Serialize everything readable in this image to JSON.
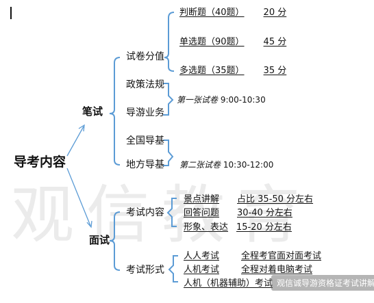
{
  "root": "导考内容",
  "written": {
    "label": "笔试",
    "items": {
      "paper_score": "试卷分值",
      "policy": "政策法规",
      "guide_business": "导游业务",
      "national": "全国导基",
      "local": "地方导基"
    },
    "scores": [
      {
        "name": "判断题（40题）",
        "value": "20 分"
      },
      {
        "name": "单选题（90题）",
        "value": "45 分"
      },
      {
        "name": "多选题（35题）",
        "value": "35 分"
      }
    ],
    "paper1": {
      "label": "第一张试卷",
      "time": "9:00-10:30"
    },
    "paper2": {
      "label": "第二张试卷",
      "time": "10:30-12:00"
    }
  },
  "interview": {
    "label": "面试",
    "content_label": "考试内容",
    "content": [
      {
        "name": "景点讲解",
        "value": "占比 35-50 分左右"
      },
      {
        "name": "回答问题",
        "value": "30-40 分左右"
      },
      {
        "name": "形象、表达",
        "value": "15-20 分左右"
      }
    ],
    "form_label": "考试形式",
    "forms": [
      {
        "name": "人人考试",
        "value": "全程考官面对面考试"
      },
      {
        "name": "人机考试",
        "value": "全程对着电脑考试"
      },
      {
        "name": "人机（机器辅助）考试",
        "value": ""
      }
    ]
  },
  "watermark": "观信教育",
  "badge": "观信诚导游资格证考试讲解"
}
